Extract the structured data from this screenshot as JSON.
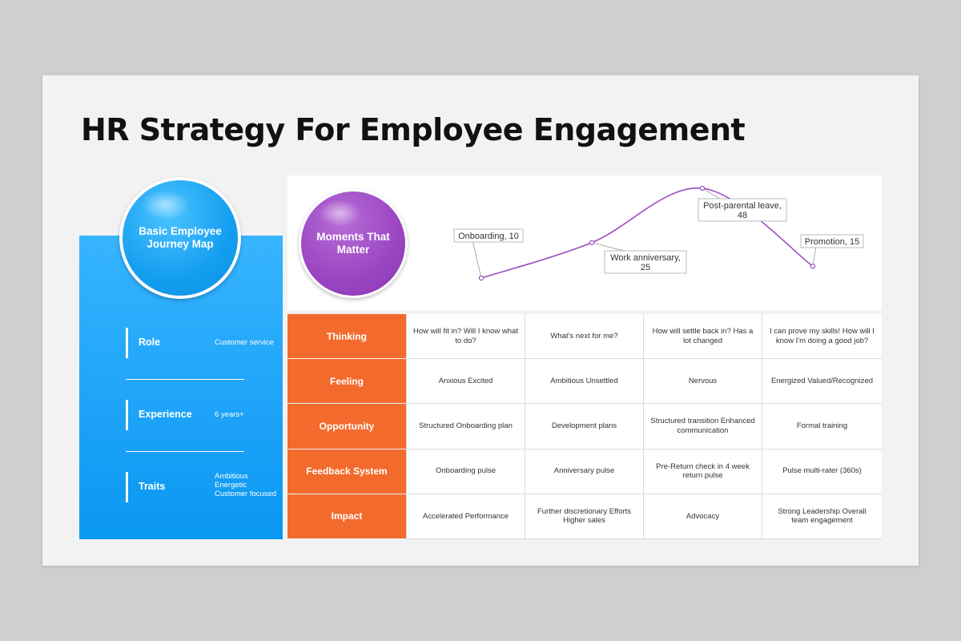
{
  "title": "HR Strategy For Employee Engagement",
  "journey_map": {
    "circle_label": "Basic Employee Journey Map",
    "rows": [
      {
        "label": "Role",
        "value": "Customer service"
      },
      {
        "label": "Experience",
        "value": "6 years+"
      },
      {
        "label": "Traits",
        "value": "Ambitious\nEnergetic\nCustomer focused"
      }
    ]
  },
  "moments": {
    "circle_label": "Moments That Matter",
    "points": [
      {
        "label": "Onboarding, 10",
        "value": 10
      },
      {
        "label": "Work anniversary, 25",
        "value": 25
      },
      {
        "label": "Post-parental leave, 48",
        "value": 48
      },
      {
        "label": "Promotion, 15",
        "value": 15
      }
    ],
    "line_color": "#9b4dc4"
  },
  "table": {
    "rows": [
      {
        "header": "Thinking",
        "cells": [
          "How will fit in? Will I know what to do?",
          "What's next for me?",
          "How will settle back in? Has a lot changed",
          "I can prove my skills! How will I know I'm doing a good job?"
        ]
      },
      {
        "header": "Feeling",
        "cells": [
          "Anxious Excited",
          "Ambitious Unsettled",
          "Nervous",
          "Energized Valued/Recognized"
        ]
      },
      {
        "header": "Opportunity",
        "cells": [
          "Structured Onboarding plan",
          "Development plans",
          "Structured transition Enhanced communication",
          "Formal training"
        ]
      },
      {
        "header": "Feedback System",
        "cells": [
          "Onboarding pulse",
          "Anniversary pulse",
          "Pre-Return check in 4 week return pulse",
          "Pulse multi-rater (360s)"
        ]
      },
      {
        "header": "Impact",
        "cells": [
          "Accelerated Performance",
          "Further discretionary Efforts Higher sales",
          "Advocacy",
          "Strong Leadership Overall team engagement"
        ]
      }
    ]
  },
  "colors": {
    "blue": "#149ef0",
    "purple": "#9a45c2",
    "orange": "#f26b2d"
  }
}
